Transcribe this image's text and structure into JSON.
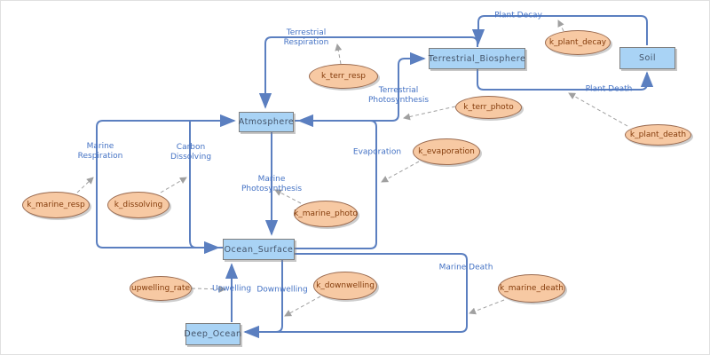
{
  "diagram": {
    "stocks": {
      "atmosphere": {
        "label": "Atmosphere"
      },
      "ocean_surface": {
        "label": "Ocean_Surface"
      },
      "deep_ocean": {
        "label": "Deep_Ocean"
      },
      "terrestrial_biosphere": {
        "label": "Terrestrial_Biosphere"
      },
      "soil": {
        "label": "Soil"
      }
    },
    "params": {
      "k_terr_resp": {
        "label": "k_terr_resp"
      },
      "k_plant_decay": {
        "label": "k_plant_decay"
      },
      "k_terr_photo": {
        "label": "k_terr_photo"
      },
      "k_plant_death": {
        "label": "k_plant_death"
      },
      "k_evaporation": {
        "label": "k_evaporation"
      },
      "k_marine_resp": {
        "label": "k_marine_resp"
      },
      "k_dissolving": {
        "label": "k_dissolving"
      },
      "k_marine_photo": {
        "label": "k_marine_photo"
      },
      "upwelling_rate": {
        "label": "upwelling_rate"
      },
      "k_downwelling": {
        "label": "k_downwelling"
      },
      "k_marine_death": {
        "label": "k_marine_death"
      }
    },
    "flows": {
      "terrestrial_respiration": {
        "label": "Terrestrial\nRespiration"
      },
      "plant_decay": {
        "label": "Plant Decay"
      },
      "plant_death": {
        "label": "Plant Death"
      },
      "terrestrial_photosynthesis": {
        "label": "Terrestrial\nPhotosynthesis"
      },
      "evaporation": {
        "label": "Evaporation"
      },
      "marine_respiration": {
        "label": "Marine\nRespiration"
      },
      "carbon_dissolving": {
        "label": "Carbon\nDissolving"
      },
      "marine_photosynthesis": {
        "label": "Marine\nPhotosynthesis"
      },
      "marine_death": {
        "label": "Marine Death"
      },
      "upwelling": {
        "label": "Upwelling"
      },
      "downwelling": {
        "label": "Downwelling"
      }
    },
    "colors": {
      "flow_line": "#5b7fc0",
      "flow_label_text": "#4472c4",
      "stock_fill": "#a9d3f5",
      "stock_border": "#7f7f7f",
      "stock_text": "#44546a",
      "param_fill": "#f7c9a3",
      "param_border": "#9a6a4f",
      "param_text": "#843c0c",
      "dashed_connector": "#a0a0a0"
    }
  }
}
